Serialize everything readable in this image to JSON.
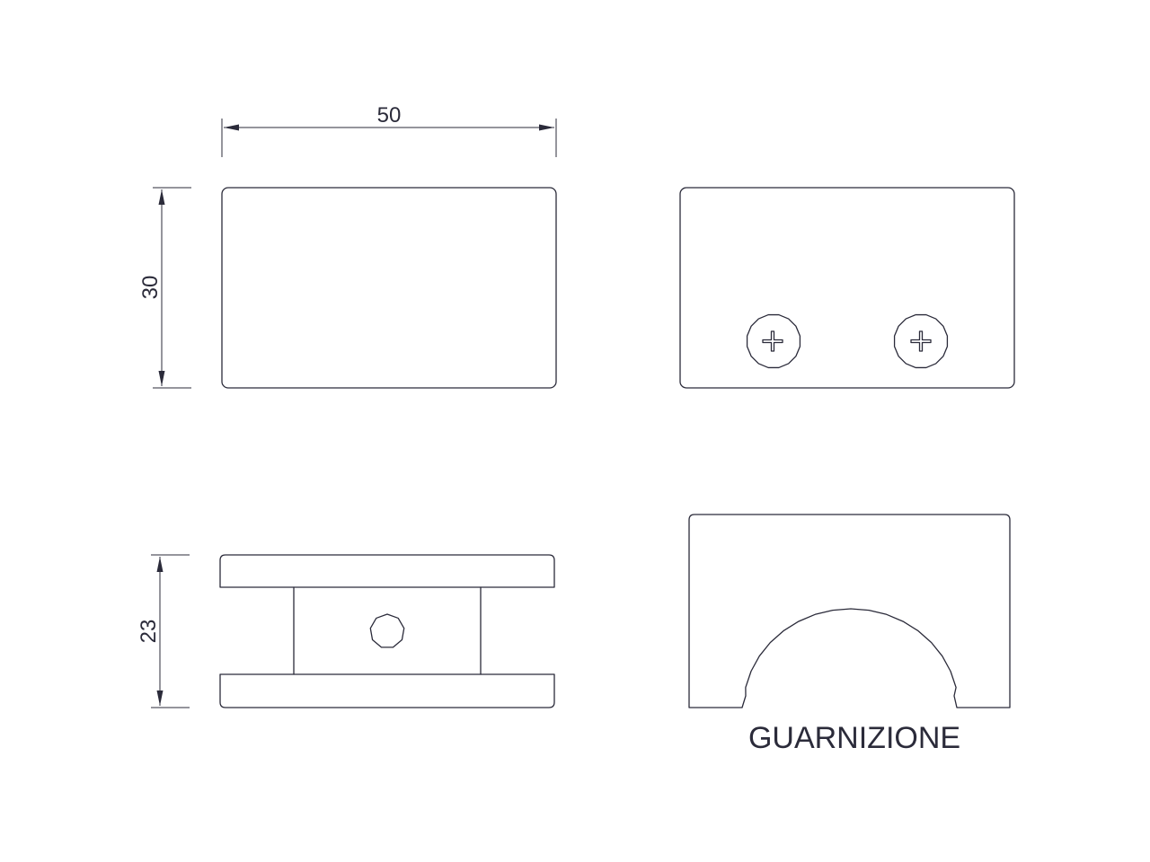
{
  "colors": {
    "line": "#2b2b3a",
    "background": "#ffffff"
  },
  "dimensions": {
    "width": "50",
    "height": "30",
    "side_height": "23"
  },
  "labels": {
    "part_name": "GUARNIZIONE"
  }
}
